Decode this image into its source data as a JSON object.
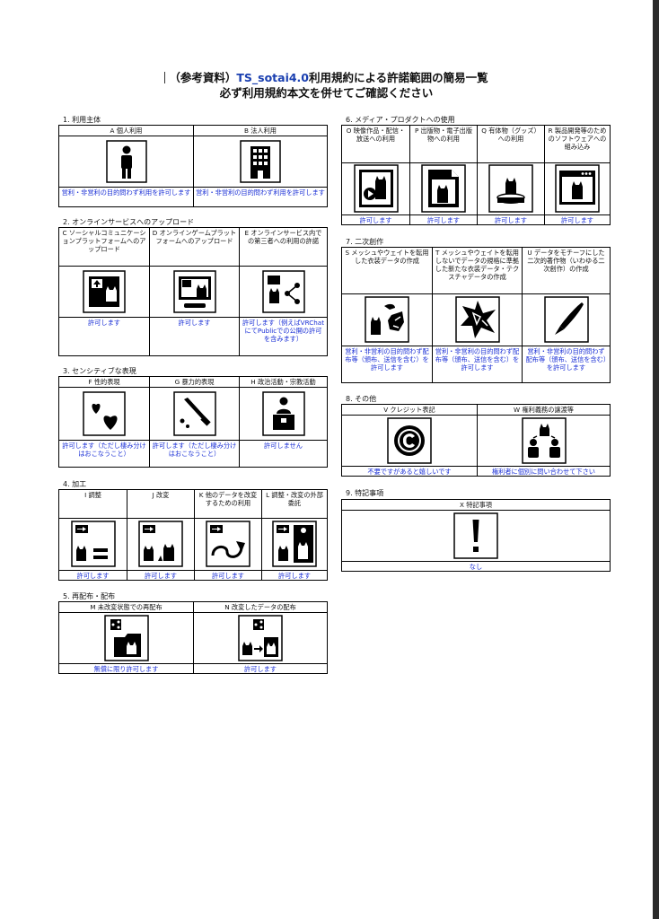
{
  "header": {
    "title_prefix": "（参考資料）",
    "title_product": "TS_sotai4.0",
    "title_suffix": "利用規約による許諾範囲の簡易一覧",
    "subtitle": "必ず利用規約本文を併せてご確認ください"
  },
  "colors": {
    "permission_text": "#1a2fd6",
    "title_accent": "#1a3fb0",
    "border": "#000000"
  },
  "sections": [
    {
      "title": "1. 利用主体",
      "items": [
        {
          "label": "A 個人利用",
          "icon": "person-icon",
          "value": "営利・非営利の目的問わず利用を許可します"
        },
        {
          "label": "B 法人利用",
          "icon": "building-icon",
          "value": "営利・非営利の目的問わず利用を許可します"
        }
      ]
    },
    {
      "title": "2. オンラインサービスへのアップロード",
      "items": [
        {
          "label": "C ソーシャルコミュニケーションプラットフォームへのアップロード",
          "icon": "upload-social-icon",
          "value": "許可します"
        },
        {
          "label": "D オンラインゲームプラットフォームへのアップロード",
          "icon": "upload-game-icon",
          "value": "許可します"
        },
        {
          "label": "E オンラインサービス内での第三者への利用の許諾",
          "icon": "third-party-share-icon",
          "value": "許可します（例えばVRChatにてPublicでの公開の許可を含みます）"
        }
      ]
    },
    {
      "title": "3. センシティブな表現",
      "items": [
        {
          "label": "F 性的表現",
          "icon": "hearts-icon",
          "value": "許可します（ただし棲み分けはおこなうこと）"
        },
        {
          "label": "G 暴力的表現",
          "icon": "knife-icon",
          "value": "許可します（ただし棲み分けはおこなうこと）"
        },
        {
          "label": "H 政治活動・宗教活動",
          "icon": "podium-icon",
          "value": "許可しません"
        }
      ]
    },
    {
      "title": "4. 加工",
      "items": [
        {
          "label": "I 調整",
          "icon": "adjust-icon",
          "value": "許可します"
        },
        {
          "label": "J 改変",
          "icon": "modify-icon",
          "value": "許可します"
        },
        {
          "label": "K 他のデータを改変するための利用",
          "icon": "other-data-icon",
          "value": "許可します"
        },
        {
          "label": "L 調整・改変の外部委託",
          "icon": "outsource-icon",
          "value": "許可します"
        }
      ]
    },
    {
      "title": "5. 再配布・配布",
      "items": [
        {
          "label": "M 未改変状態での再配布",
          "icon": "redistribute-icon",
          "value": "無償に限り許可します"
        },
        {
          "label": "N 改変したデータの配布",
          "icon": "distribute-modified-icon",
          "value": "許可します"
        }
      ]
    },
    {
      "title": "6. メディア・プロダクトへの使用",
      "items": [
        {
          "label": "O 映像作品・配信・放送への利用",
          "icon": "video-icon",
          "value": "許可します"
        },
        {
          "label": "P 出版物・電子出版物への利用",
          "icon": "publication-icon",
          "value": "許可します"
        },
        {
          "label": "Q 有体物（グッズ）への利用",
          "icon": "goods-icon",
          "value": "許可します"
        },
        {
          "label": "R 製品開発等のためのソフトウェアへの組み込み",
          "icon": "software-icon",
          "value": "許可します"
        }
      ]
    },
    {
      "title": "7. 二次創作",
      "items": [
        {
          "label": "S メッシュやウェイトを転用した衣装データの作成",
          "icon": "costume-icon",
          "value": "営利・非営利の目的問わず配布等（頒布、送信を含む）を許可します"
        },
        {
          "label": "T メッシュやウェイトを転用しないでデータの規格に準拠した新たな衣装データ・テクスチャデータの作成",
          "icon": "texture-icon",
          "value": "営利・非営利の目的問わず配布等（頒布、送信を含む）を許可します"
        },
        {
          "label": "U データをモチーフにした二次的著作物（いわゆる二次創作）の作成",
          "icon": "pen-icon",
          "value": "営利・非営利の目的問わず配布等（頒布、送信を含む）を許可します"
        }
      ]
    },
    {
      "title": "8. その他",
      "items": [
        {
          "label": "V クレジット表記",
          "icon": "copyright-icon",
          "value": "不要ですがあると嬉しいです"
        },
        {
          "label": "W 権利義務の譲渡等",
          "icon": "rights-transfer-icon",
          "value": "権利者に個別に問い合わせて下さい"
        }
      ]
    },
    {
      "title": "9. 特記事項",
      "items": [
        {
          "label": "X 特記事項",
          "icon": "exclamation-icon",
          "value": "なし"
        }
      ]
    }
  ]
}
